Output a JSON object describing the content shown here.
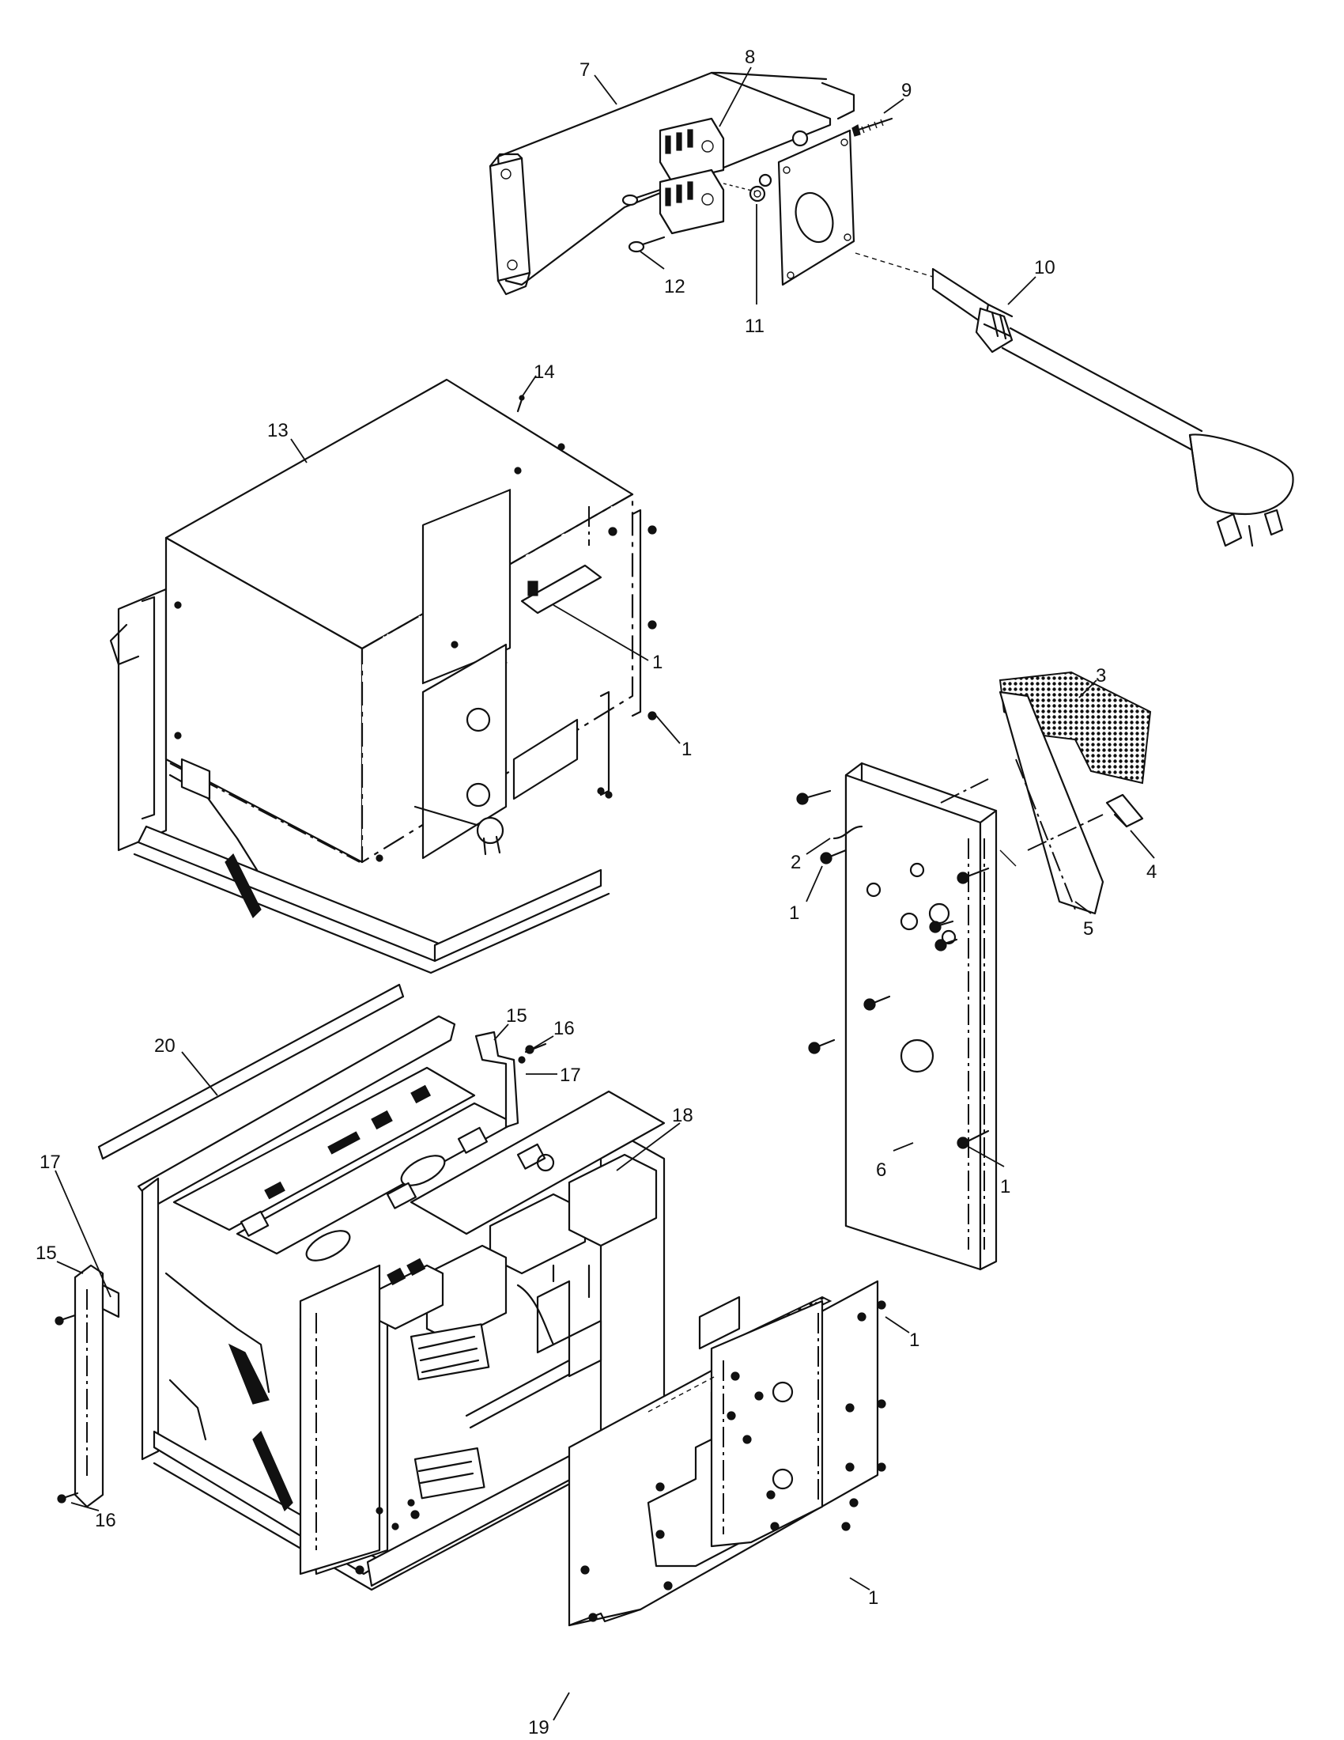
{
  "callouts": [
    {
      "id": "c7",
      "text": "7"
    },
    {
      "id": "c8",
      "text": "8"
    },
    {
      "id": "c9",
      "text": "9"
    },
    {
      "id": "c10",
      "text": "10"
    },
    {
      "id": "c11",
      "text": "11"
    },
    {
      "id": "c12",
      "text": "12"
    },
    {
      "id": "c13",
      "text": "13"
    },
    {
      "id": "c14",
      "text": "14"
    },
    {
      "id": "c1a",
      "text": "1"
    },
    {
      "id": "c1b",
      "text": "1"
    },
    {
      "id": "c3",
      "text": "3"
    },
    {
      "id": "c2",
      "text": "2"
    },
    {
      "id": "c4",
      "text": "4"
    },
    {
      "id": "c1c",
      "text": "1"
    },
    {
      "id": "c5",
      "text": "5"
    },
    {
      "id": "c6",
      "text": "6"
    },
    {
      "id": "c1d",
      "text": "1"
    },
    {
      "id": "c15a",
      "text": "15"
    },
    {
      "id": "c16a",
      "text": "16"
    },
    {
      "id": "c17a",
      "text": "17"
    },
    {
      "id": "c20",
      "text": "20"
    },
    {
      "id": "c18",
      "text": "18"
    },
    {
      "id": "c17b",
      "text": "17"
    },
    {
      "id": "c15b",
      "text": "15"
    },
    {
      "id": "c1e",
      "text": "1"
    },
    {
      "id": "c16b",
      "text": "16"
    },
    {
      "id": "c1f",
      "text": "1"
    },
    {
      "id": "c19",
      "text": "19"
    }
  ]
}
